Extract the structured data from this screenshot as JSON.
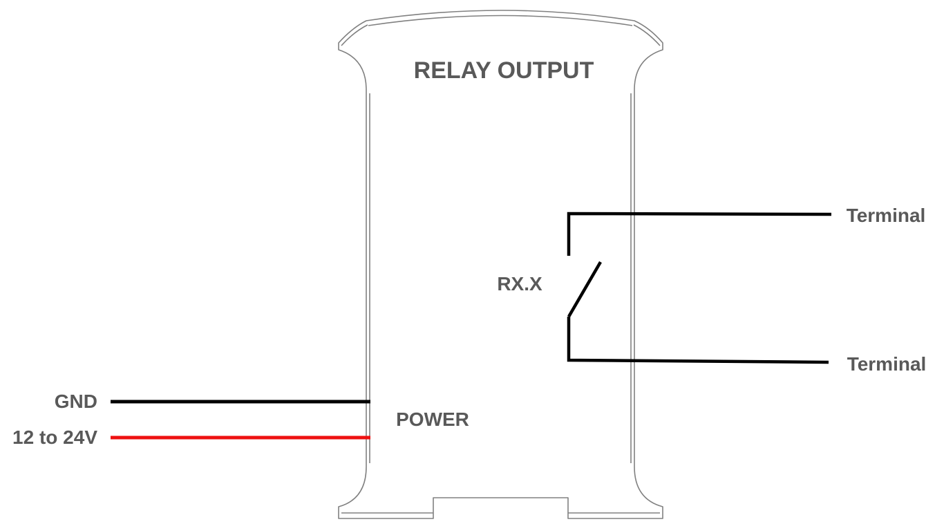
{
  "module": {
    "title": "RELAY OUTPUT",
    "relay_label": "RX.X",
    "power_label": "POWER"
  },
  "wires": {
    "gnd_label": "GND",
    "supply_label": "12 to 24V",
    "terminal_top_label": "Terminal",
    "terminal_bottom_label": "Terminal"
  },
  "colors": {
    "enclosure_outline": "#808080",
    "wire_black": "#000000",
    "wire_red": "#ee1111",
    "text": "#595959"
  }
}
